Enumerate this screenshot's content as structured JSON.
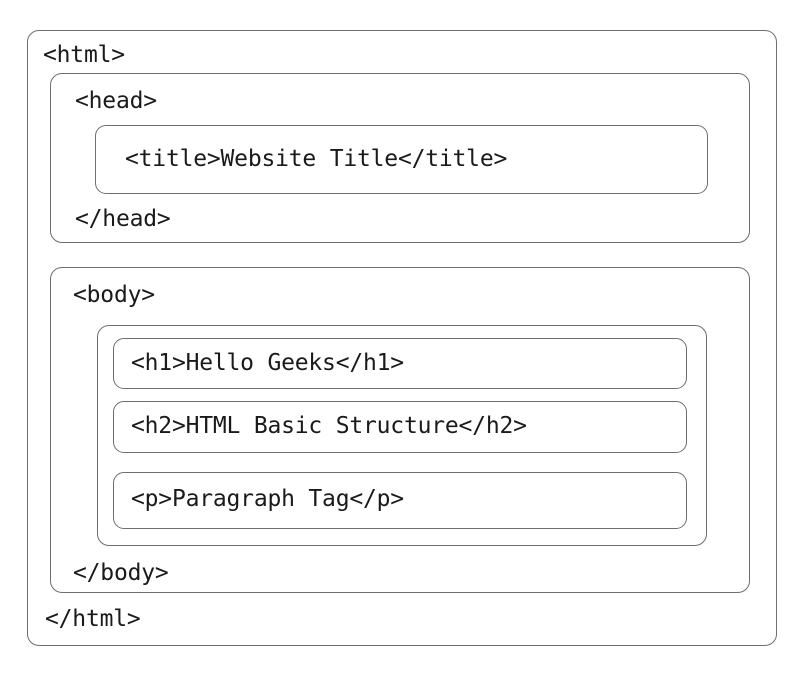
{
  "diagram": {
    "title": "HTML Basic Structure",
    "type": "nested-boxes",
    "style": {
      "border_color": "#6e6e6e",
      "text_color": "#1a1a1a",
      "background": "#ffffff"
    },
    "nodes": {
      "html": {
        "open_tag": "<html>",
        "close_tag": "</html>"
      },
      "head": {
        "open_tag": "<head>",
        "close_tag": "</head>",
        "children": {
          "title": {
            "line": "<title>Website Title</title>"
          }
        }
      },
      "body": {
        "open_tag": "<body>",
        "close_tag": "</body>",
        "children": {
          "h1": {
            "line": "<h1>Hello Geeks</h1>"
          },
          "h2": {
            "line": "<h2>HTML Basic Structure</h2>"
          },
          "p": {
            "line": "<p>Paragraph Tag</p>"
          }
        }
      }
    }
  }
}
